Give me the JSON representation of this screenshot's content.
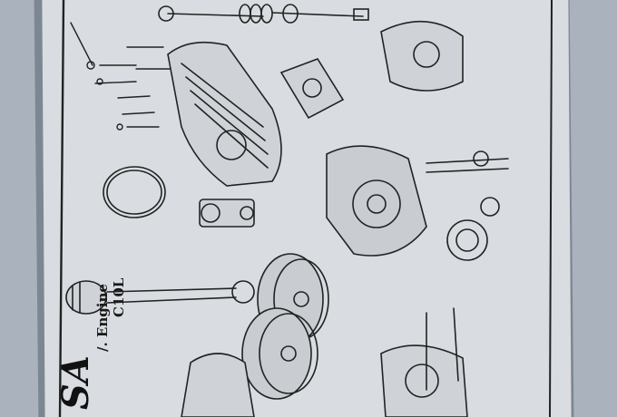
{
  "caption": {
    "brand_fragment": "SA",
    "line1": "/. Engine",
    "line2": "C10L"
  },
  "colors": {
    "background": "#a9b2bd",
    "paper": "#d9dde1",
    "ink": "#1a1a1a"
  },
  "illustration": {
    "subject": "exploded-engine-diagram"
  }
}
